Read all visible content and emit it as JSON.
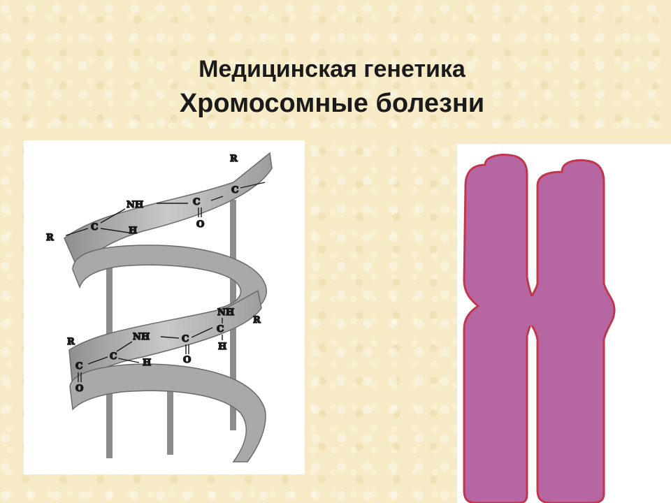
{
  "slide": {
    "title": "Медицинская генетика",
    "subtitle": "Хромосомные болезни"
  },
  "helix_labels": {
    "r1": "R",
    "c1": "C",
    "nh1": "NH",
    "c2": "C",
    "o1": "O",
    "c3": "C",
    "h1": "H",
    "r2": "R",
    "nh2": "NH",
    "r3": "R",
    "c4": "C",
    "h2": "H",
    "r4": "R",
    "nh3": "NH",
    "c5": "C",
    "o2": "O",
    "c6": "C",
    "h3": "H",
    "c7": "C",
    "o3": "O"
  },
  "colors": {
    "background": "#f6ebc6",
    "ribbon": "#b8b8b8",
    "chromosome": "#b766a4",
    "chromosome_outline": "#c0374d"
  }
}
